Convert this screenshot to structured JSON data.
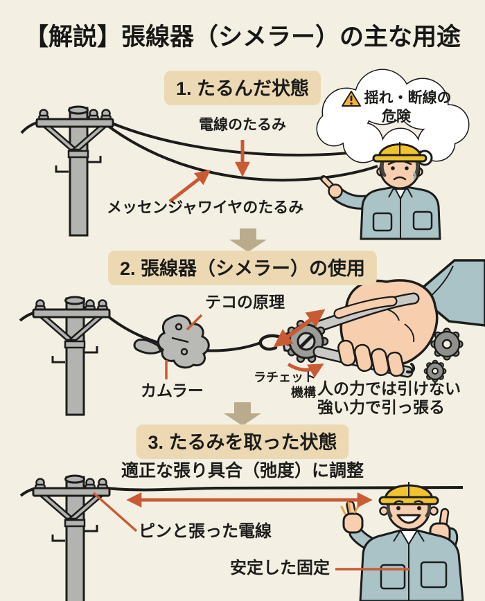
{
  "title": "【解説】張線器（シメラー）の主な用途",
  "colors": {
    "background": "#f3f0e3",
    "accent_orange": "#c95a33",
    "badge_background": "#ecd9b4",
    "flow_arrow_tan": "#b9ab8c",
    "helmet_yellow": "#f1c32e",
    "jacket_blue_gray": "#a9c3c7",
    "warning_yellow": "#f2b233",
    "pole_gray": "#b3b3b0",
    "wire_black": "#1c1c1c"
  },
  "section1": {
    "badge": "1. たるんだ状態",
    "wire_sag_label": "電線のたるみ",
    "messenger_sag_label": "メッセンジャワイヤのたるみ",
    "thought_bubble": {
      "line1": "揺れ・断線の",
      "line2": "危険"
    }
  },
  "section2": {
    "badge": "2. 張線器（シメラー）の使用",
    "lever_label": "テコの原理",
    "cam_grip_label": "カムラー",
    "ratchet_label_line1": "ラチェット",
    "ratchet_label_line2": "機構",
    "pull_text_line1": "人の力では引けない",
    "pull_text_line2": "強い力で引っ張る"
  },
  "section3": {
    "badge": "3. たるみを取った状態",
    "tension_adjust_label": "適正な張り具合（弛度）に調整",
    "taut_wire_label": "ピンと張った電線",
    "stable_fix_label": "安定した固定"
  }
}
